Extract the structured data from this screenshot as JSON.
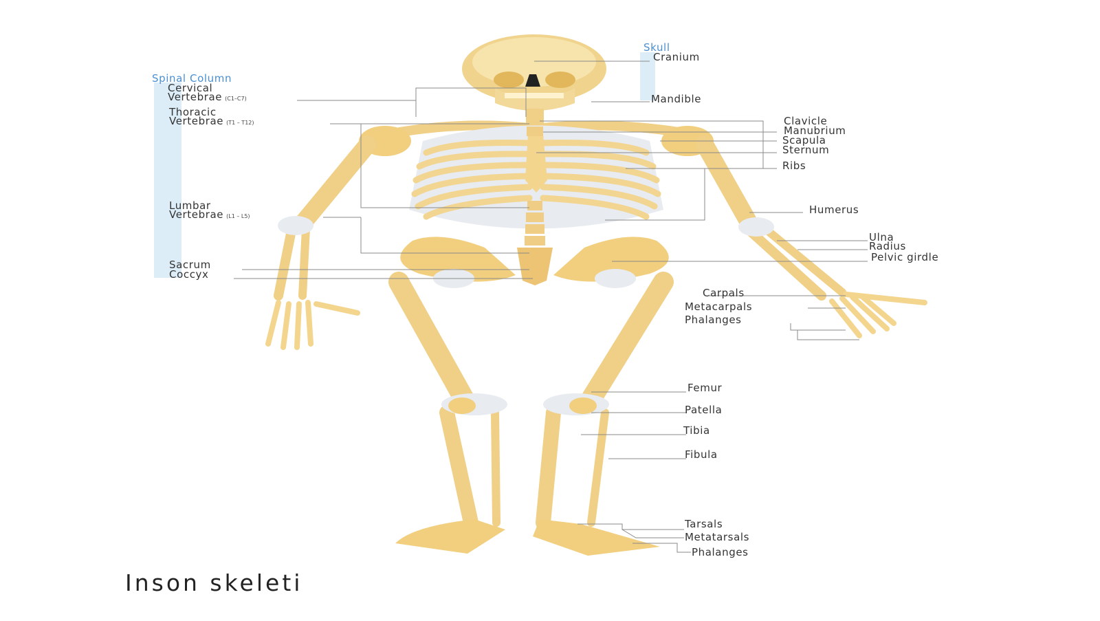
{
  "diagram": {
    "caption": "Inson skeleti",
    "groups": {
      "skull": "Skull",
      "spinal_column": "Spinal Column"
    },
    "labels": {
      "cranium": "Cranium",
      "mandible": "Mandible",
      "cervical": "Cervical",
      "cervical_vertebrae": "Vertebrae",
      "cervical_sub": "(C1–C7)",
      "thoracic": "Thoracic",
      "thoracic_vertebrae": "Vertebrae",
      "thoracic_sub": "(T1 – T12)",
      "lumbar": "Lumbar",
      "lumbar_vertebrae": "Vertebrae",
      "lumbar_sub": "(L1 – L5)",
      "sacrum": "Sacrum",
      "coccyx": "Coccyx",
      "clavicle": "Clavicle",
      "manubrium": "Manubrium",
      "scapula": "Scapula",
      "sternum": "Sternum",
      "ribs": "Ribs",
      "humerus": "Humerus",
      "ulna": "Ulna",
      "radius": "Radius",
      "pelvic_girdle": "Pelvic girdle",
      "carpals": "Carpals",
      "metacarpals": "Metacarpals",
      "hand_phalanges": "Phalanges",
      "femur": "Femur",
      "patella": "Patella",
      "tibia": "Tibia",
      "fibula": "Fibula",
      "tarsals": "Tarsals",
      "metatarsals": "Metatarsals",
      "foot_phalanges": "Phalanges"
    },
    "colors": {
      "bone": "#f3d58e",
      "bone_shadow": "#e6bd62",
      "cartilage": "#e3e6ea",
      "group_bar": "#dcedf7",
      "group_text": "#4a8fd0"
    }
  }
}
